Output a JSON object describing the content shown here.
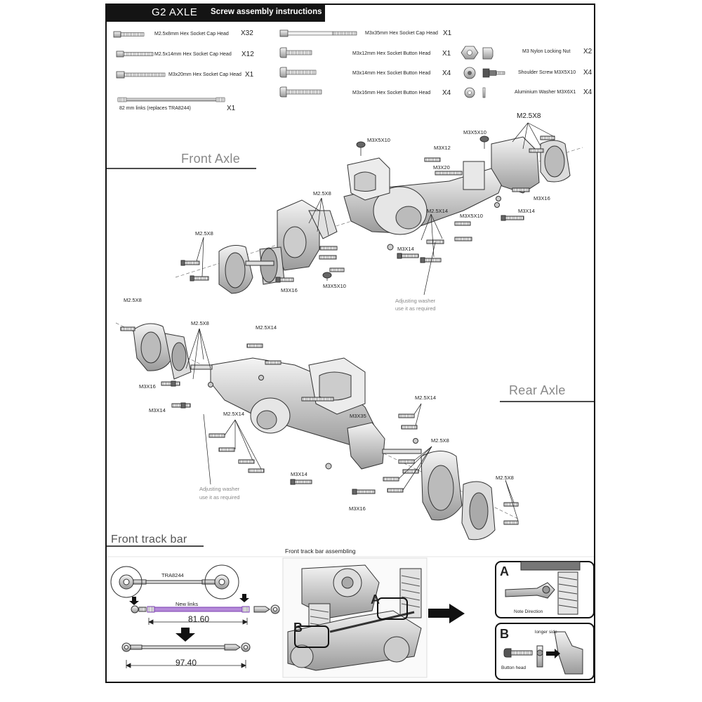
{
  "header": {
    "title": "G2 AXLE",
    "subtitle": "Screw assembly instructions"
  },
  "parts": [
    {
      "label": "M2.5x8mm Hex Socket Cap Head",
      "qty": "X32"
    },
    {
      "label": "M2.5x14mm Hex Socket Cap Head",
      "qty": "X12"
    },
    {
      "label": "M3x20mm Hex Socket Cap Head",
      "qty": "X1"
    },
    {
      "label": "82 mm  links (replaces TRA8244)",
      "qty": "X1"
    },
    {
      "label": "M3x35mm Hex Socket Cap Head",
      "qty": "X1"
    },
    {
      "label": "M3x12mm Hex Socket Button Head",
      "qty": "X1"
    },
    {
      "label": "M3x14mm Hex Socket Button Head",
      "qty": "X4"
    },
    {
      "label": "M3x16mm Hex Socket Button Head",
      "qty": "X4"
    },
    {
      "label": "M3  Nylon Locking Nut",
      "qty": "X2"
    },
    {
      "label": "Shoulder Screw M3X5X10",
      "qty": "X4"
    },
    {
      "label": "Aluminium Washer M3X6X1",
      "qty": "X4"
    }
  ],
  "sections": {
    "front_axle": "Front Axle",
    "rear_axle": "Rear Axle",
    "front_track_bar": "Front track bar"
  },
  "front_labels": [
    "M3X5X10",
    "M3X12",
    "M3X5X10",
    "M2.5X8",
    "M3X20",
    "M2.5X8",
    "M2.5X8",
    "M3X16",
    "M2.5X14",
    "M3X5X10",
    "M3X14",
    "M3X14",
    "M3X16",
    "M3X5X10"
  ],
  "front_note": [
    "Adjusting washer",
    "use it as required"
  ],
  "rear_labels": [
    "M2.5X8",
    "M2.5X8",
    "M2.5X14",
    "M3X16",
    "M3X14",
    "M2.5X14",
    "M3X35",
    "M2.5X14",
    "M2.5X8",
    "M3X14",
    "M2.5X8",
    "M3X16"
  ],
  "rear_note": [
    "Adjusting washer",
    "use it as required"
  ],
  "track_bar": {
    "tra_label": "TRA8244",
    "new_links": "New links",
    "dim1": "81.60",
    "dim2": "97.40",
    "assembling_title": "Front track bar assembling",
    "callout_a": "A",
    "callout_b": "B",
    "note_direction": "Note Direction",
    "longer_side": "longer side",
    "button_head": "Button head"
  }
}
